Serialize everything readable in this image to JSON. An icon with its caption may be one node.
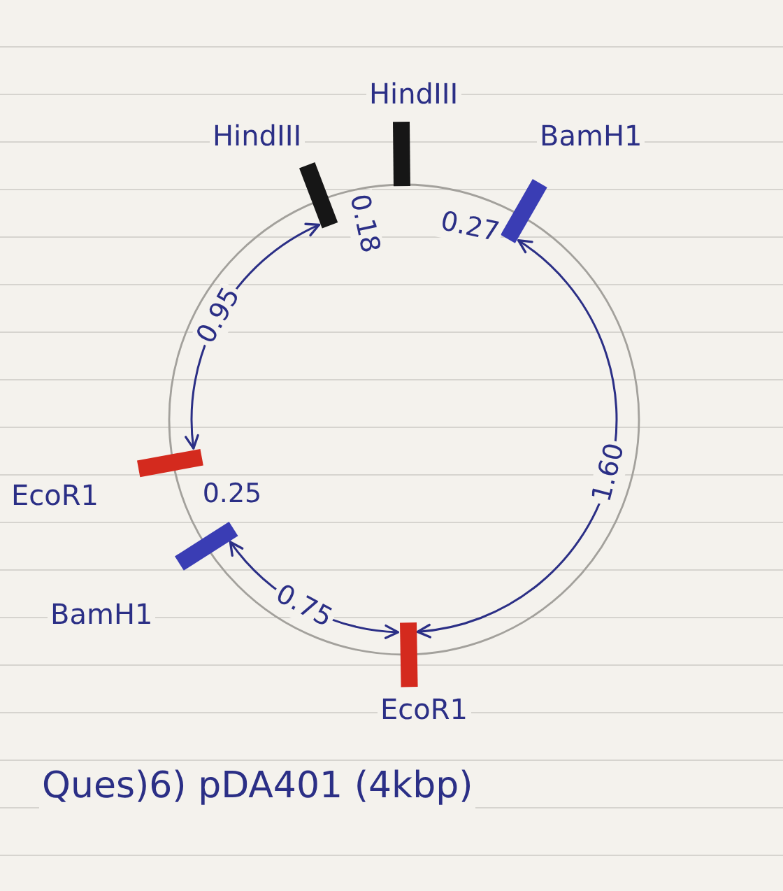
{
  "diagram": {
    "caption": "Ques)6) pDA401 (4kbp)",
    "nodes": [
      {
        "text": [],
        "shape": "bar",
        "beside": [
          "HindIII"
        ]
      },
      {
        "text": [],
        "shape": "bar",
        "beside": [
          "HindIII"
        ]
      },
      {
        "text": [],
        "shape": "bar",
        "beside": [
          "BamH1"
        ]
      },
      {
        "text": [],
        "shape": "bar",
        "beside": [
          "EcoR1"
        ]
      },
      {
        "text": [],
        "shape": "bar",
        "beside": [
          "BamH1"
        ]
      },
      {
        "text": [],
        "shape": "bar",
        "beside": [
          "EcoR1"
        ]
      }
    ],
    "edges": [
      {
        "from": 3,
        "to": 0,
        "arrow": "both",
        "label": "0.95"
      },
      {
        "from": 4,
        "to": 5,
        "arrow": "both",
        "label": "0.75"
      },
      {
        "from": 5,
        "to": 2,
        "arrow": "both",
        "label": "1.60"
      }
    ],
    "labels": [
      "0.18",
      "0.27",
      "0.25"
    ]
  }
}
